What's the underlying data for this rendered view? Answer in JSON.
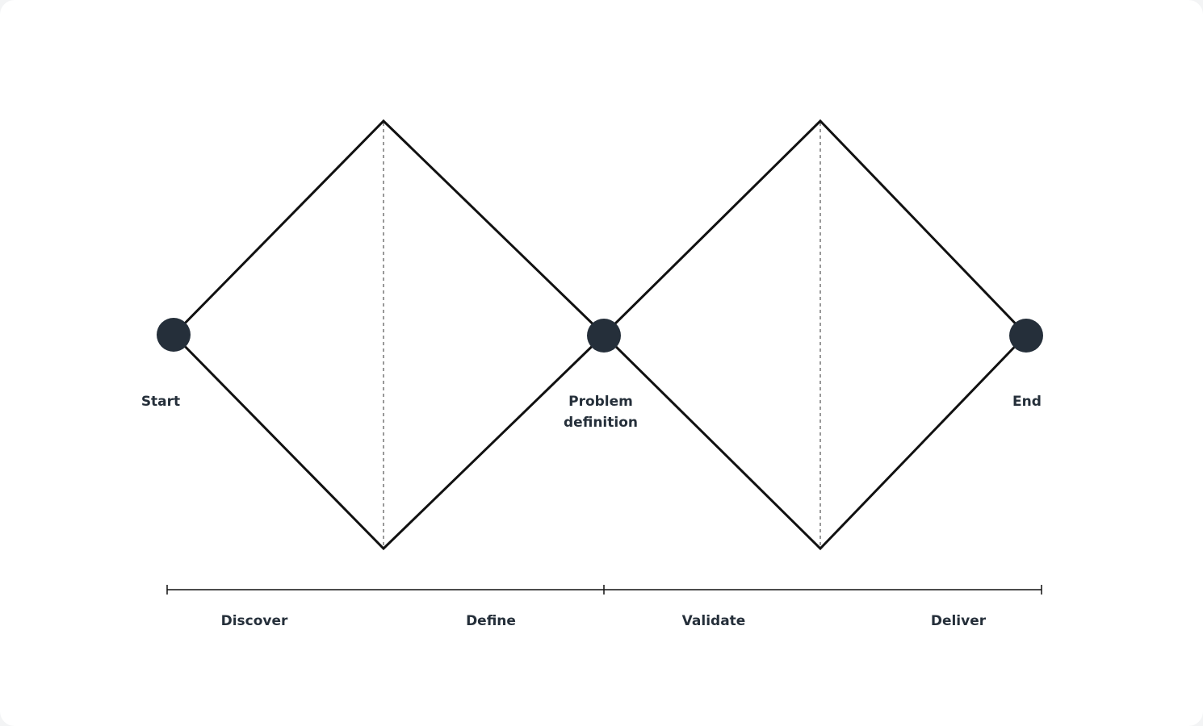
{
  "nodes": {
    "start": {
      "label": "Start"
    },
    "problem_definition": {
      "label_line1": "Problem",
      "label_line2": "definition"
    },
    "end": {
      "label": "End"
    }
  },
  "phases": {
    "discover": "Discover",
    "define": "Define",
    "validate": "Validate",
    "deliver": "Deliver"
  },
  "colors": {
    "node_fill": "#252f3a",
    "line": "#111111",
    "text": "#252f3a"
  }
}
